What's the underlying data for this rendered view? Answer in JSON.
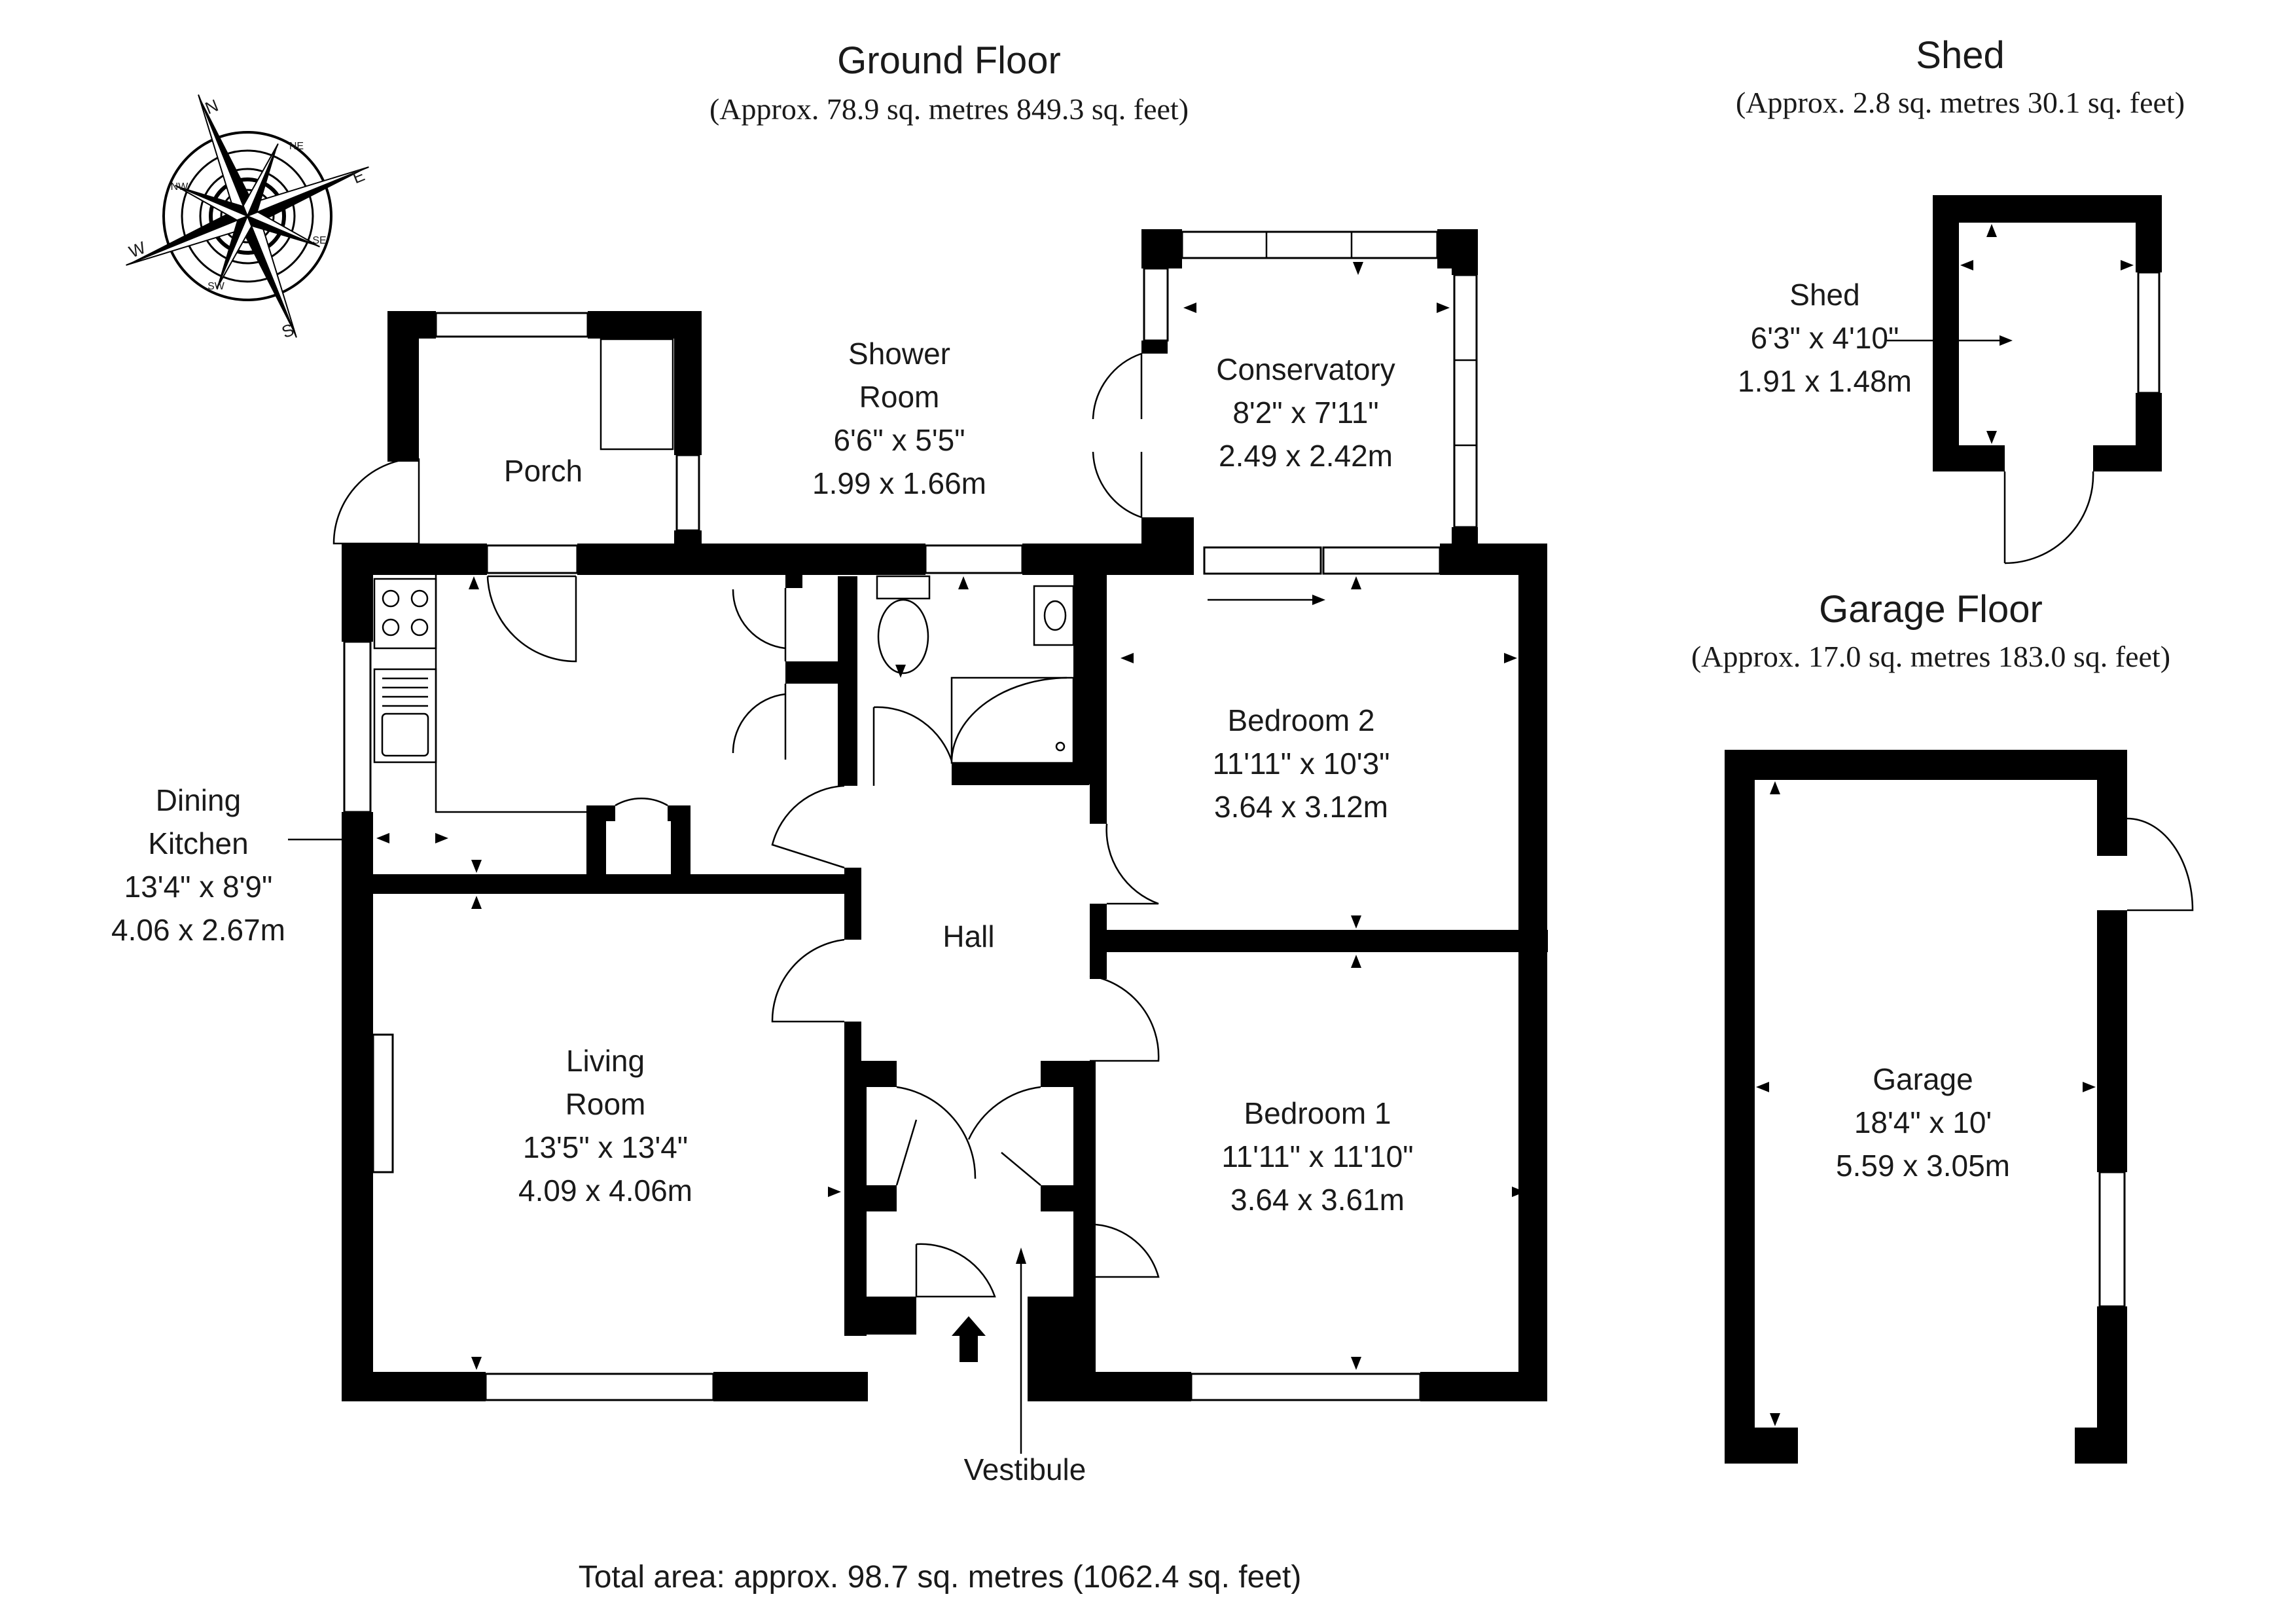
{
  "ground_floor": {
    "title": "Ground Floor",
    "area": "(Approx. 78.9 sq. metres 849.3 sq. feet)"
  },
  "shed_section": {
    "title": "Shed",
    "area": "(Approx. 2.8 sq. metres 30.1 sq. feet)"
  },
  "garage_floor": {
    "title": "Garage Floor",
    "area": "(Approx. 17.0 sq. metres 183.0 sq. feet)"
  },
  "compass": {
    "icon": "compass-rose-icon",
    "n": "N",
    "e": "E",
    "s": "S",
    "w": "W",
    "ne": "NE",
    "se": "SE",
    "sw": "SW",
    "nw": "NW"
  },
  "rooms": {
    "porch": {
      "name": "Porch"
    },
    "shower_room": {
      "name1": "Shower",
      "name2": "Room",
      "imperial": "6'6\" x 5'5\"",
      "metric": "1.99 x 1.66m"
    },
    "conservatory": {
      "name": "Conservatory",
      "imperial": "8'2\" x 7'11\"",
      "metric": "2.49 x 2.42m"
    },
    "dining_kitchen": {
      "name1": "Dining",
      "name2": "Kitchen",
      "imperial": "13'4\" x 8'9\"",
      "metric": "4.06 x 2.67m"
    },
    "bedroom2": {
      "name": "Bedroom 2",
      "imperial": "11'11\" x 10'3\"",
      "metric": "3.64 x 3.12m"
    },
    "hall": {
      "name": "Hall"
    },
    "living_room": {
      "name1": "Living",
      "name2": "Room",
      "imperial": "13'5\" x 13'4\"",
      "metric": "4.09 x 4.06m"
    },
    "bedroom1": {
      "name": "Bedroom 1",
      "imperial": "11'11\" x 11'10\"",
      "metric": "3.64 x 3.61m"
    },
    "vestibule": {
      "name": "Vestibule"
    },
    "shed": {
      "name": "Shed",
      "imperial": "6'3\" x 4'10\"",
      "metric": "1.91 x 1.48m"
    },
    "garage": {
      "name": "Garage",
      "imperial": "18'4\" x 10'",
      "metric": "5.59 x 3.05m"
    }
  },
  "total_area": "Total area: approx. 98.7 sq. metres (1062.4 sq. feet)",
  "colors": {
    "wall": "#000000",
    "background": "#ffffff",
    "text": "#1a1a1a"
  }
}
